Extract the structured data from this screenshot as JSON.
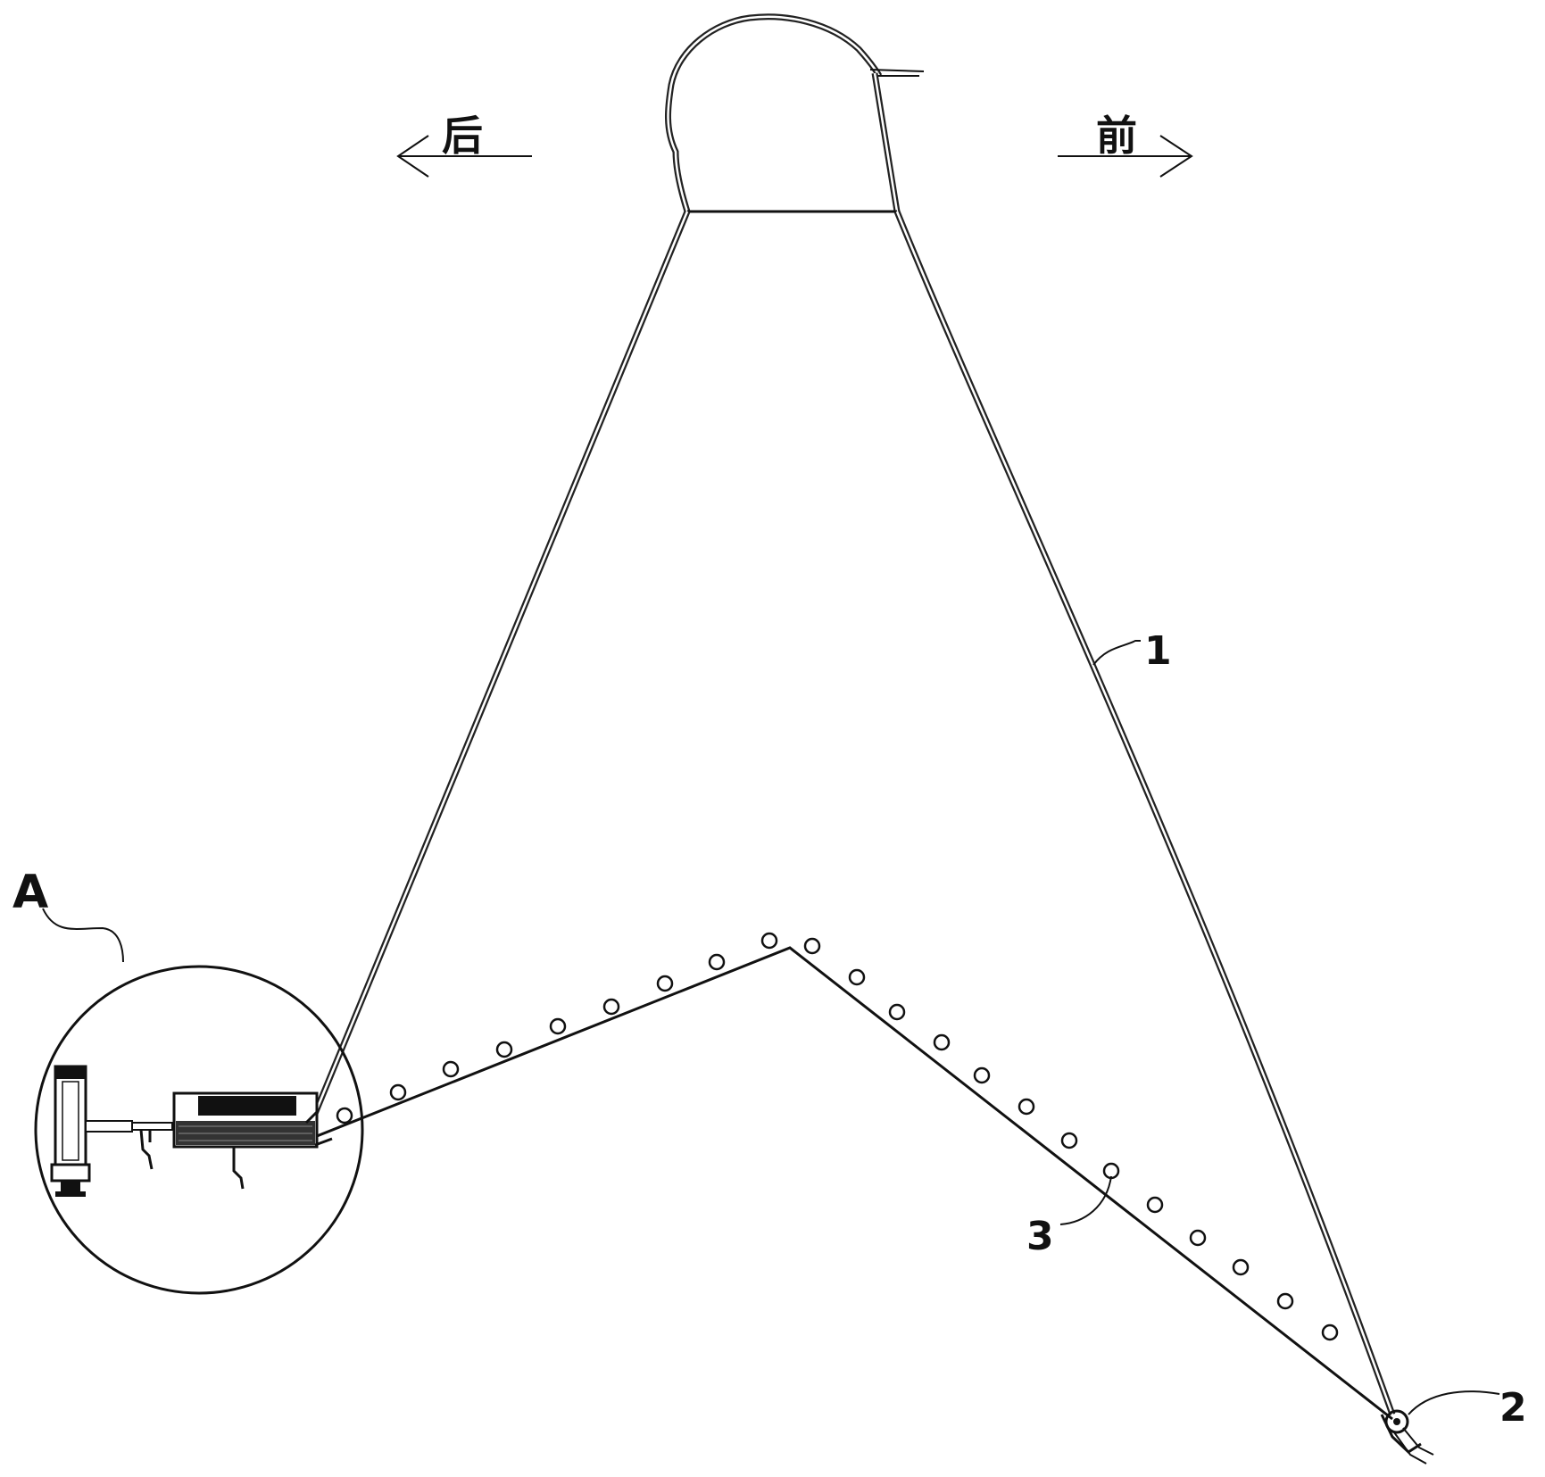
{
  "labels": {
    "direction_back": "后",
    "direction_front": "前",
    "part_1": "1",
    "part_2": "2",
    "part_3": "3",
    "detail_a": "A"
  }
}
